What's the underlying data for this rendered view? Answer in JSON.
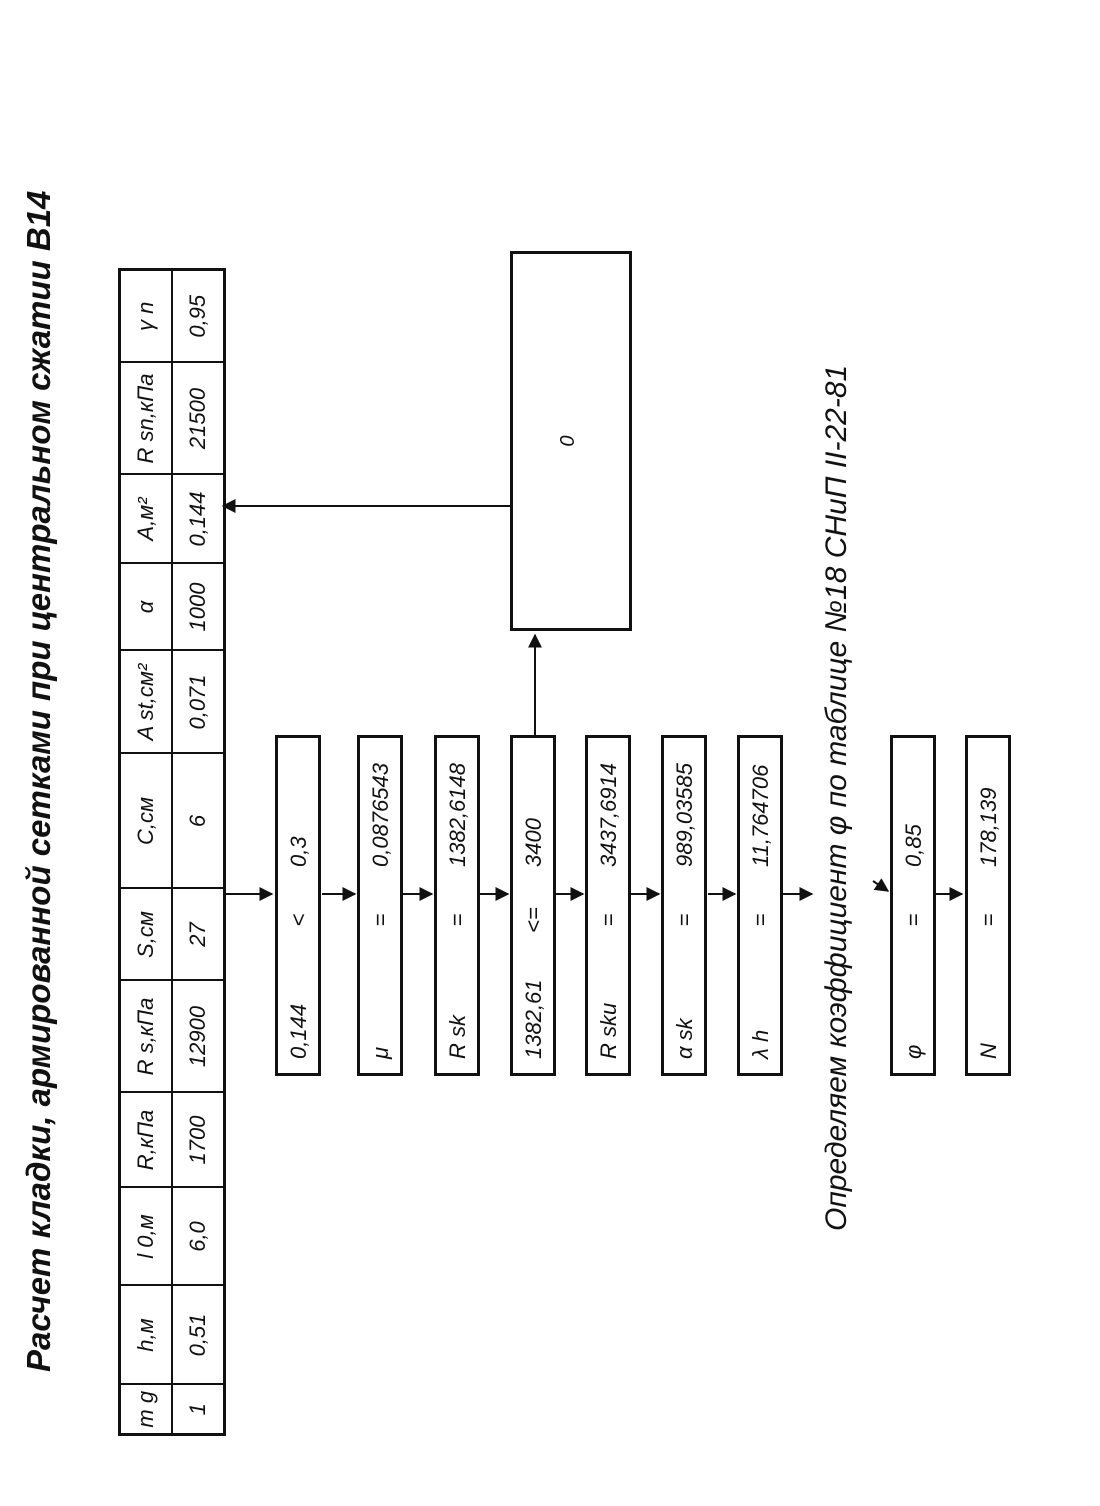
{
  "title": "Расчет кладки, армированной сетками при центральном сжатии В14",
  "table": {
    "headers": [
      "m g",
      "h,м",
      "l 0,м",
      "R,кПа",
      "R s,кПа",
      "S,см",
      "C,см",
      "A st,см²",
      "α",
      "A,м²",
      "R sn,кПа",
      "γ n"
    ],
    "values": [
      "1",
      "0,51",
      "6,0",
      "1700",
      "12900",
      "27",
      "6",
      "0,071",
      "1000",
      "0,144",
      "21500",
      "0,95"
    ]
  },
  "chain": [
    {
      "left": "0,144",
      "op": "<",
      "right": "0,3"
    },
    {
      "left": "μ",
      "op": "=",
      "right": "0,0876543"
    },
    {
      "left": "R sk",
      "op": "=",
      "right": "1382,6148"
    },
    {
      "left": "1382,61",
      "op": "<=",
      "right": "3400"
    },
    {
      "left": "R sku",
      "op": "=",
      "right": "3437,6914"
    },
    {
      "left": "α sk",
      "op": "=",
      "right": "989,03585"
    },
    {
      "left": "λ h",
      "op": "=",
      "right": "11,764706"
    }
  ],
  "side_box": {
    "value": "0"
  },
  "note": "Определяем коэффициент  φ  по таблице №18 СНиП II-22-81",
  "result": [
    {
      "left": "φ",
      "op": "=",
      "right": "0,85"
    },
    {
      "left": "N",
      "op": "=",
      "right": "178,139"
    }
  ]
}
